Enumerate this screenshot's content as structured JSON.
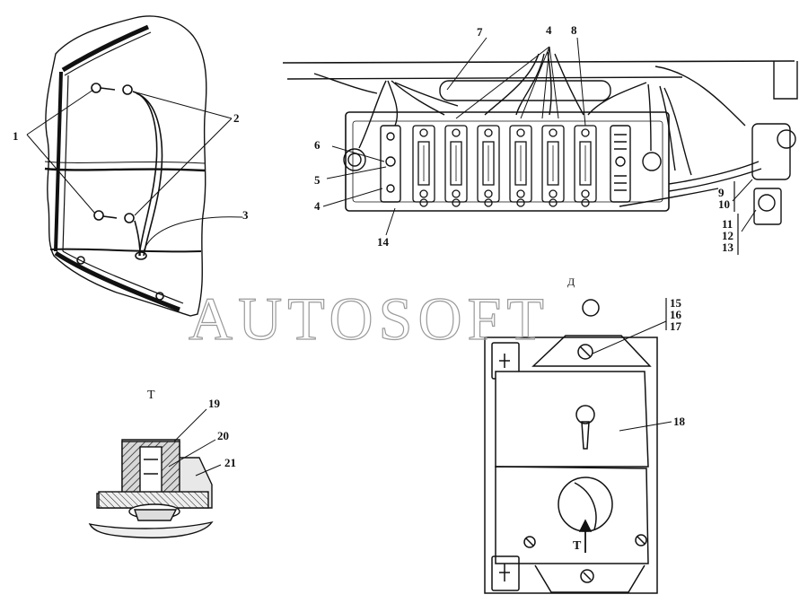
{
  "watermark": "AUTOSOFT",
  "callouts": {
    "c1": "1",
    "c2": "2",
    "c3": "3",
    "c4a": "4",
    "c4b": "4",
    "c5": "5",
    "c6": "6",
    "c7": "7",
    "c8": "8",
    "c9": "9",
    "c10": "10",
    "c11": "11",
    "c12": "12",
    "c13": "13",
    "c14": "14",
    "c15": "15",
    "c16": "16",
    "c17": "17",
    "c18": "18",
    "c19": "19",
    "c20": "20",
    "c21": "21"
  },
  "view_labels": {
    "view_t_top": "T",
    "view_t_arrow": "T",
    "view_d": "Д"
  },
  "colors": {
    "line": "#111111",
    "watermark": "#9a9a9a",
    "background": "#ffffff"
  }
}
